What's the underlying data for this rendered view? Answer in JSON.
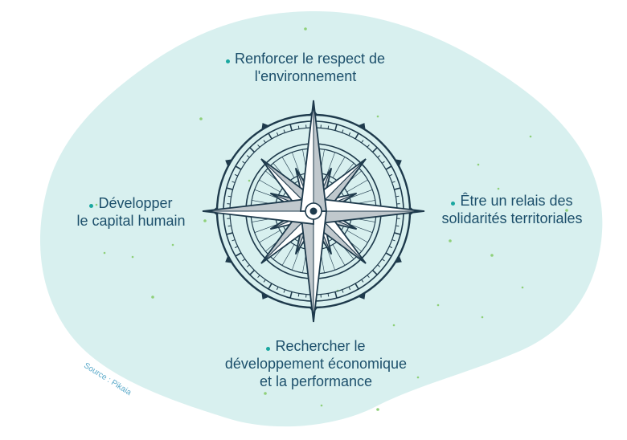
{
  "diagram": {
    "labels": {
      "top": [
        "Renforcer le respect de",
        "l'environnement"
      ],
      "left": [
        "Développer",
        "le capital humain"
      ],
      "right": [
        "Être un relais des",
        "solidarités territoriales"
      ],
      "bottom": [
        "Rechercher le",
        "développement économique",
        "et la performance"
      ]
    },
    "source": "Source : Pikaia",
    "colors": {
      "blob": "#d8f0ef",
      "text": "#1c4f6b",
      "bullet": "#1aa7a0",
      "compass_stroke": "#1e3a4c",
      "speckle": "#8fd07a",
      "source_text": "#5aa9c9"
    },
    "icons": [
      "compass-rose-icon",
      "bullet-dot-icon"
    ]
  }
}
